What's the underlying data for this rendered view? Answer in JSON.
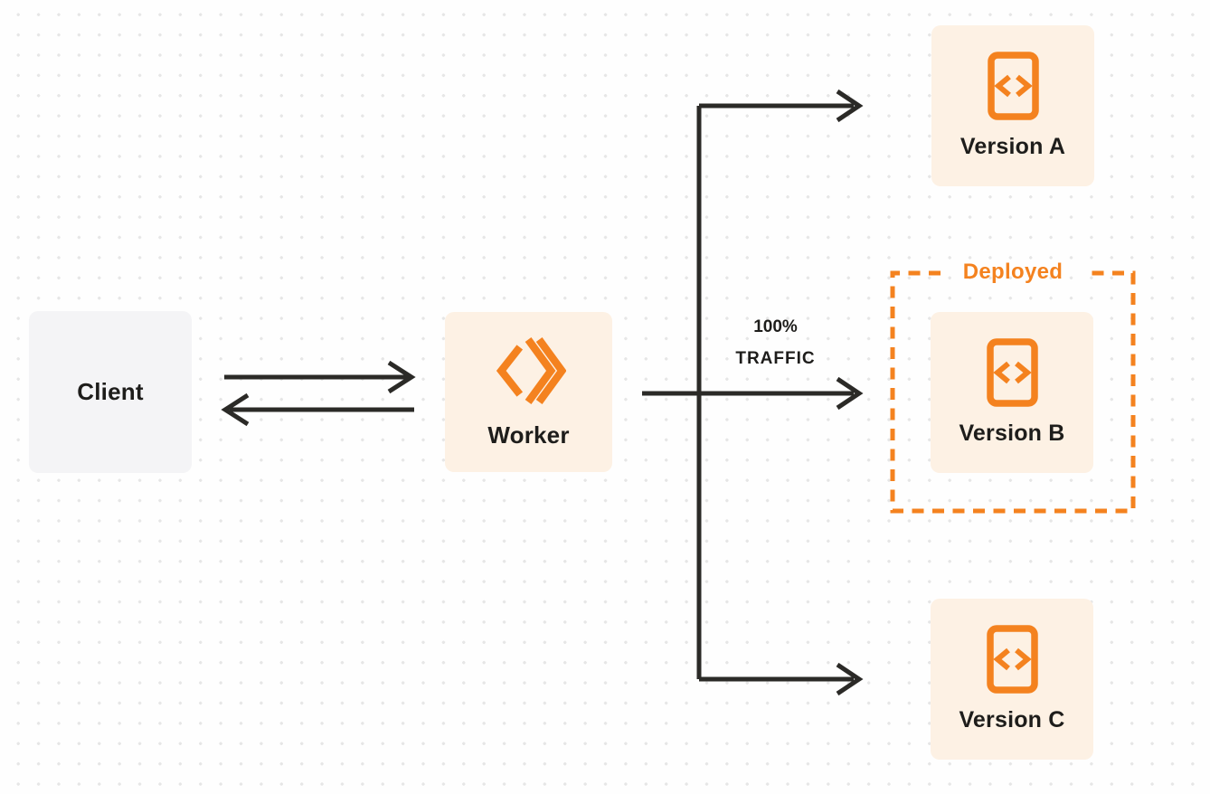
{
  "diagram": {
    "nodes": {
      "client": {
        "label": "Client"
      },
      "worker": {
        "label": "Worker"
      },
      "version_a": {
        "label": "Version A"
      },
      "version_b": {
        "label": "Version B"
      },
      "version_c": {
        "label": "Version C"
      }
    },
    "annotations": {
      "deployed_label": "Deployed",
      "traffic_percent": "100%",
      "traffic_word": "TRAFFIC"
    },
    "icons": {
      "worker_icon": "workers-logo-icon",
      "version_icon": "code-file-icon"
    },
    "colors": {
      "accent_orange": "#F4821F",
      "node_cream": "#FDF1E4",
      "node_gray": "#F4F4F6",
      "line_dark": "#2B2A27",
      "text_dark": "#1E1D1B",
      "dot_grid": "#E6E6E6"
    }
  }
}
